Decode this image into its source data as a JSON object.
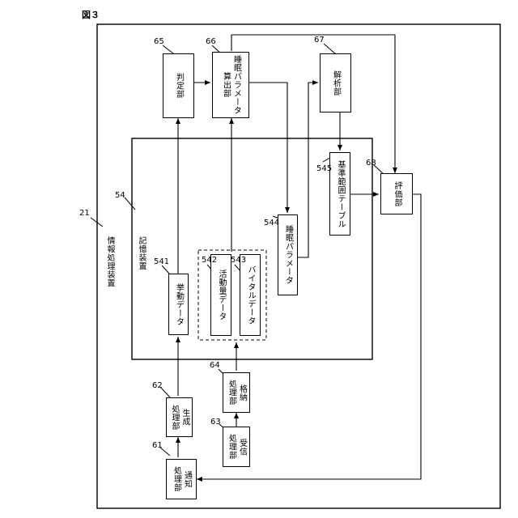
{
  "figure_label": "図３",
  "device": {
    "ref": "21",
    "label": "情報処理装置"
  },
  "storage": {
    "ref": "54",
    "label": "記憶装置"
  },
  "blocks": {
    "judgment": {
      "ref": "65",
      "lines": [
        "判定部"
      ]
    },
    "sleep_calc": {
      "ref": "66",
      "lines": [
        "睡眠パラメータ",
        "算出部"
      ]
    },
    "analysis": {
      "ref": "67",
      "lines": [
        "解析部"
      ]
    },
    "evaluation": {
      "ref": "68",
      "lines": [
        "評価部"
      ]
    },
    "ref_table": {
      "ref": "545",
      "lines": [
        "基準範囲テーブル"
      ]
    },
    "sleep_param": {
      "ref": "544",
      "lines": [
        "睡眠パラメータ"
      ]
    },
    "behavior": {
      "ref": "541",
      "lines": [
        "挙動データ"
      ]
    },
    "activity": {
      "ref": "542",
      "lines": [
        "活動量データ"
      ]
    },
    "vital": {
      "ref": "543",
      "lines": [
        "バイタルデータ"
      ]
    },
    "generation": {
      "ref": "62",
      "lines": [
        "生成",
        "処理部"
      ]
    },
    "storing": {
      "ref": "64",
      "lines": [
        "格納",
        "処理部"
      ]
    },
    "reception": {
      "ref": "63",
      "lines": [
        "受信",
        "処理部"
      ]
    },
    "notification": {
      "ref": "61",
      "lines": [
        "通知",
        "処理部"
      ]
    }
  }
}
